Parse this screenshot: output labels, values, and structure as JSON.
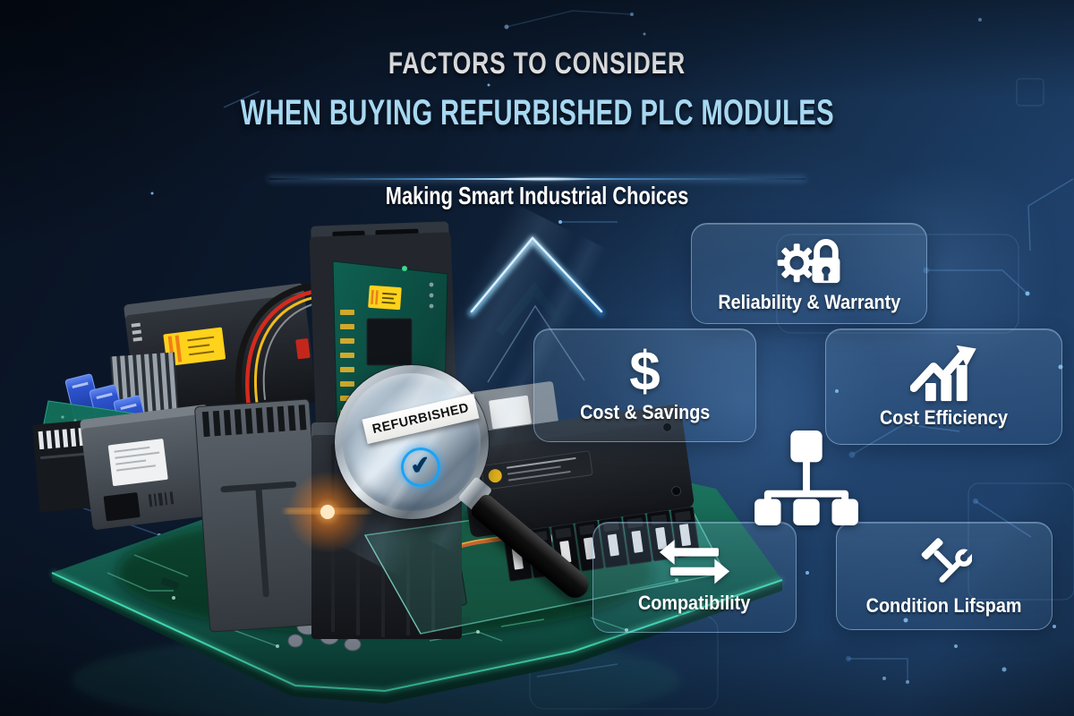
{
  "header": {
    "title": "FACTORS TO CONSIDER",
    "subtitle": "WHEN BUYING REFURBISHED PLC MODULES",
    "tagline": "Making Smart Industrial Choices"
  },
  "magnifier": {
    "stamp": "REFURBISHED",
    "check_glyph": "✔",
    "check_icon": "check-circle-icon"
  },
  "factors": [
    {
      "label": "Reliability & Warranty",
      "icon": "gear-lock-icon"
    },
    {
      "label": "Cost & Savings",
      "icon": "dollar-icon",
      "symbol": "$"
    },
    {
      "label": "Cost Efficiency",
      "icon": "growth-chart-icon"
    },
    {
      "label": "Compatibility",
      "icon": "swap-arrows-icon"
    },
    {
      "label": "Condition Lifspam",
      "icon": "hammer-wrench-icon"
    }
  ],
  "center_icon": "hierarchy-icon",
  "colors": {
    "title": "#ffffff",
    "subtitle": "#a7d8f1",
    "check_blue": "#1ba2f5",
    "stamp_text": "#111111",
    "glow_teal": "#3fe0b4",
    "board_green": "#11574a",
    "label_yellow": "#ffd21c",
    "flare_orange": "#ff8c2a",
    "background_deep": "#0a1322",
    "background_light": "#1d3e66"
  }
}
